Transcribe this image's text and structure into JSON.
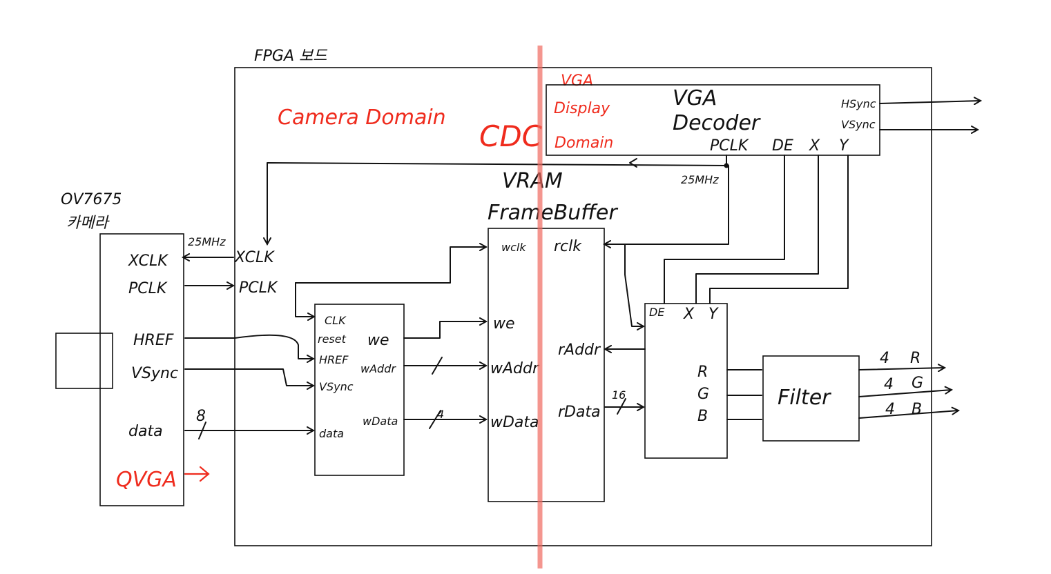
{
  "colors": {
    "ink": "#111111",
    "red": "#ef2b1d",
    "cdc_line": "#f06a5f"
  },
  "board": {
    "title": "FPGA 보드"
  },
  "camera": {
    "title_line1": "OV7675",
    "title_line2": "카메라",
    "pin_xclk": "XCLK",
    "pin_pclk": "PCLK",
    "pin_href": "HREF",
    "pin_vsync": "VSync",
    "pin_data": "data",
    "clk_freq": "25MHz",
    "data_width": "8",
    "mode": "QVGA"
  },
  "domains": {
    "camera": "Camera Domain",
    "cdc": "CDC",
    "vga_line1": "VGA",
    "vga_line2": "Display",
    "vga_line3": "Domain"
  },
  "fpga_xclk": "XCLK",
  "fpga_pclk": "PCLK",
  "controller": {
    "clk": "CLK",
    "reset": "reset",
    "href": "HREF",
    "vsync": "VSync",
    "data": "data",
    "we": "we",
    "waddr": "wAddr",
    "wdata": "wData"
  },
  "vram": {
    "title_line1": "VRAM",
    "title_line2": "FrameBuffer",
    "wclk": "wclk",
    "we": "we",
    "waddr": "wAddr",
    "wdata": "wData",
    "rclk": "rclk",
    "raddr": "rAddr",
    "rdata": "rData"
  },
  "wdata_width": "4",
  "rdata_width": "16",
  "vga_decoder": {
    "title_line1": "VGA",
    "title_line2": "Decoder",
    "hsync": "HSync",
    "vsync": "VSync",
    "pclk": "PCLK",
    "de": "DE",
    "x": "X",
    "y": "Y",
    "clk_freq": "25MHz"
  },
  "reader": {
    "de": "DE",
    "x": "X",
    "y": "Y",
    "r": "R",
    "g": "G",
    "b": "B"
  },
  "filter": {
    "label": "Filter"
  },
  "outputs": {
    "r_width": "4",
    "r": "R",
    "g_width": "4",
    "g": "G",
    "b_width": "4",
    "b": "B"
  }
}
